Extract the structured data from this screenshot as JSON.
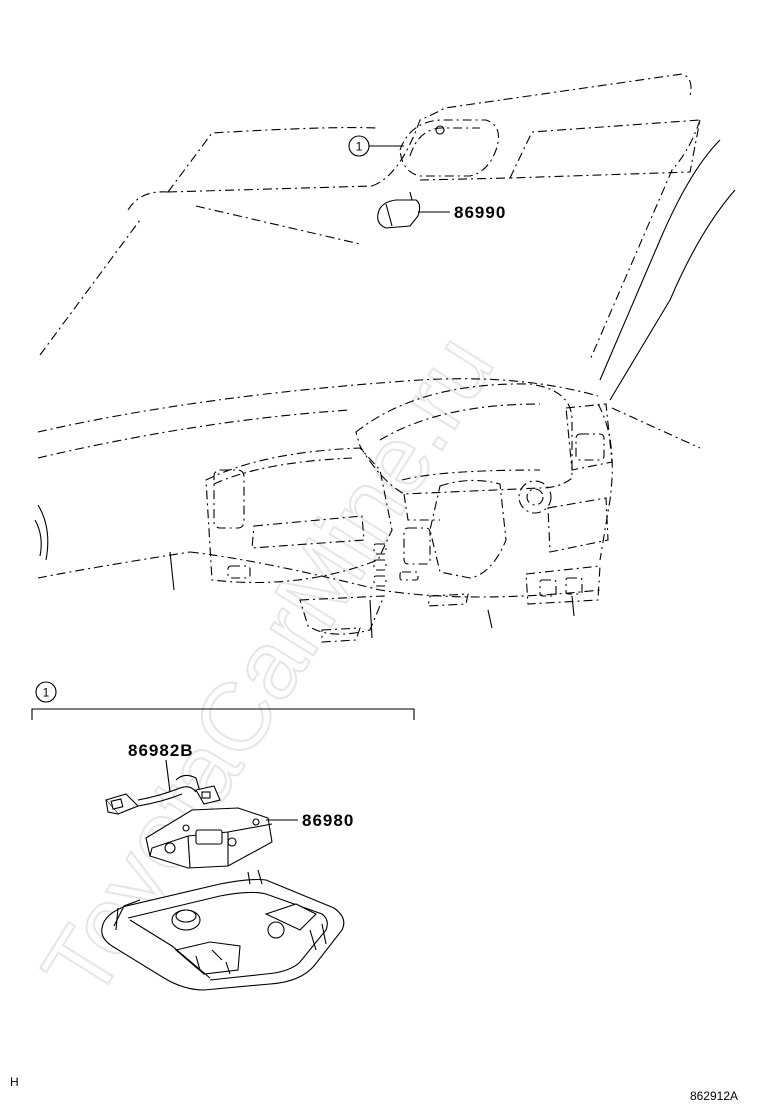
{
  "watermark": "ToyotaCarMine.ru",
  "callout_marker": "1",
  "parts": {
    "map_lamp": "86990",
    "wire": "86982B",
    "lamp_assembly": "86980"
  },
  "footer": {
    "left_mark": "H",
    "diagram_id": "862912A"
  }
}
